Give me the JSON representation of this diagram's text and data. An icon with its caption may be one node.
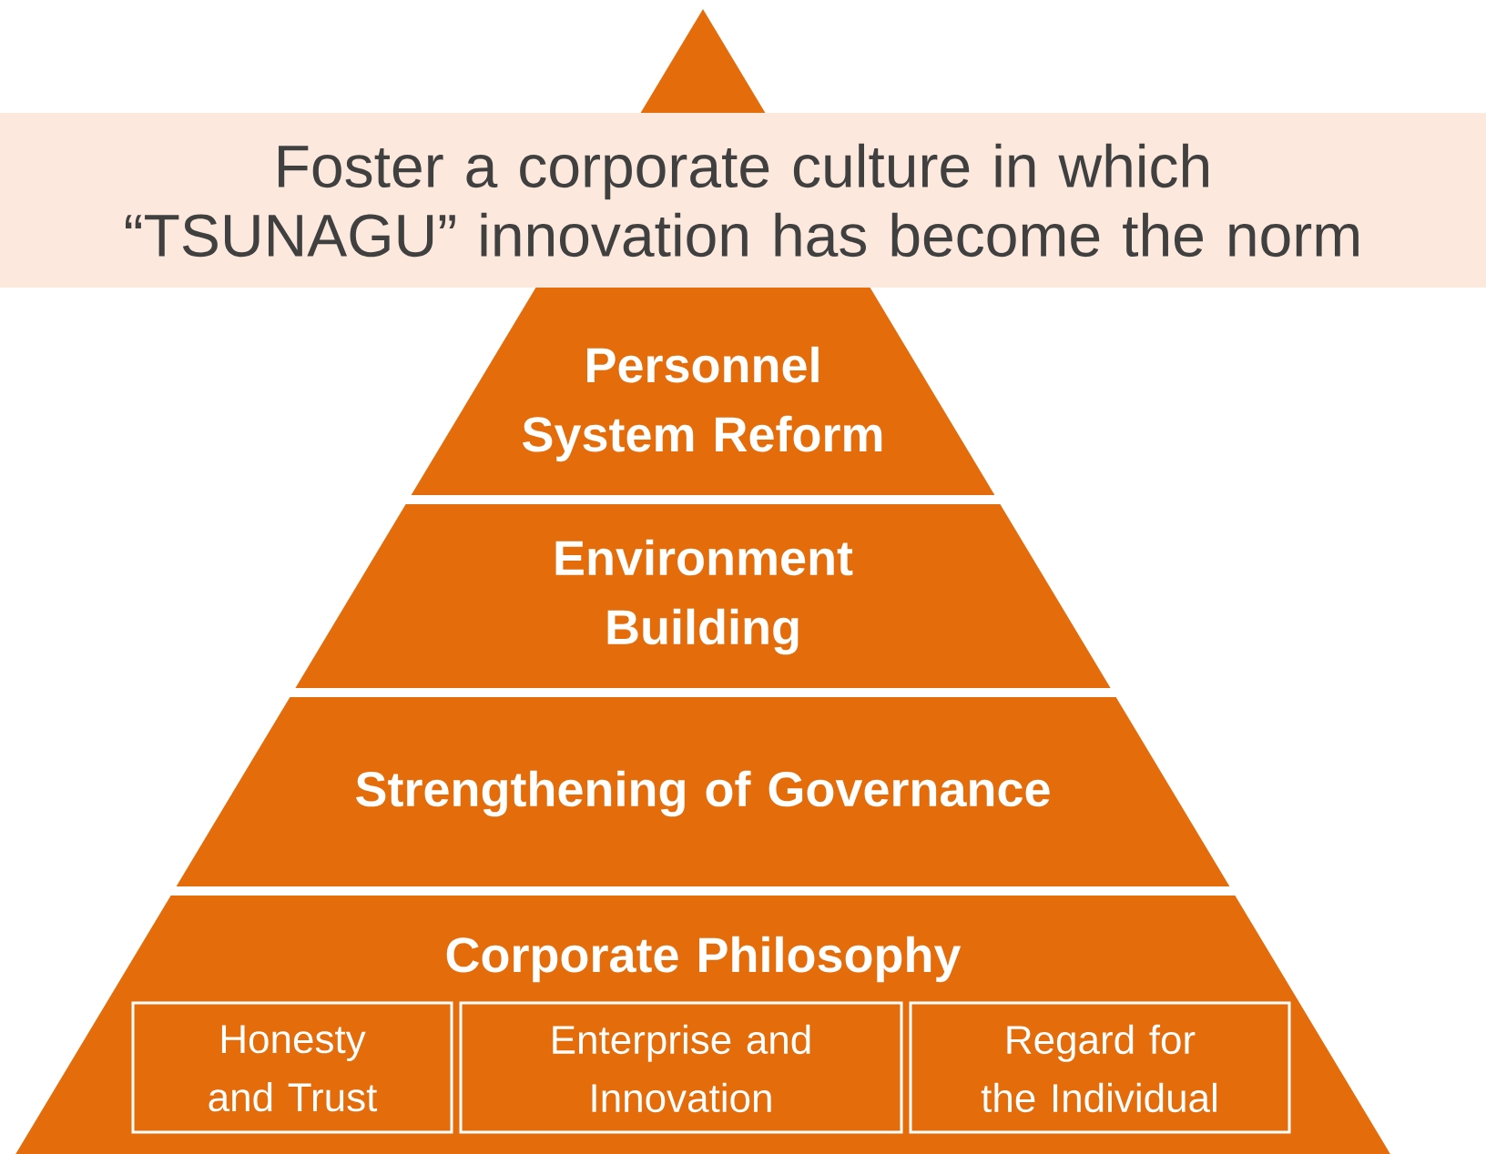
{
  "diagram": {
    "nodes": [
      {
        "text": [
          "Foster a corporate culture in which “TSUNAGU” innovation has become the norm"
        ]
      },
      {
        "text": [
          "Personnel System Reform"
        ]
      },
      {
        "text": [
          "Environment Building"
        ]
      },
      {
        "text": [
          "Strengthening of Governance"
        ]
      },
      {
        "text": [
          "Corporate Philosophy"
        ]
      },
      {
        "text": [
          "Honesty and Trust"
        ],
        "in": 4
      },
      {
        "text": [
          "Enterprise and Innovation"
        ],
        "in": 4
      },
      {
        "text": [
          "Regard for the Individual"
        ],
        "in": 4
      }
    ]
  }
}
